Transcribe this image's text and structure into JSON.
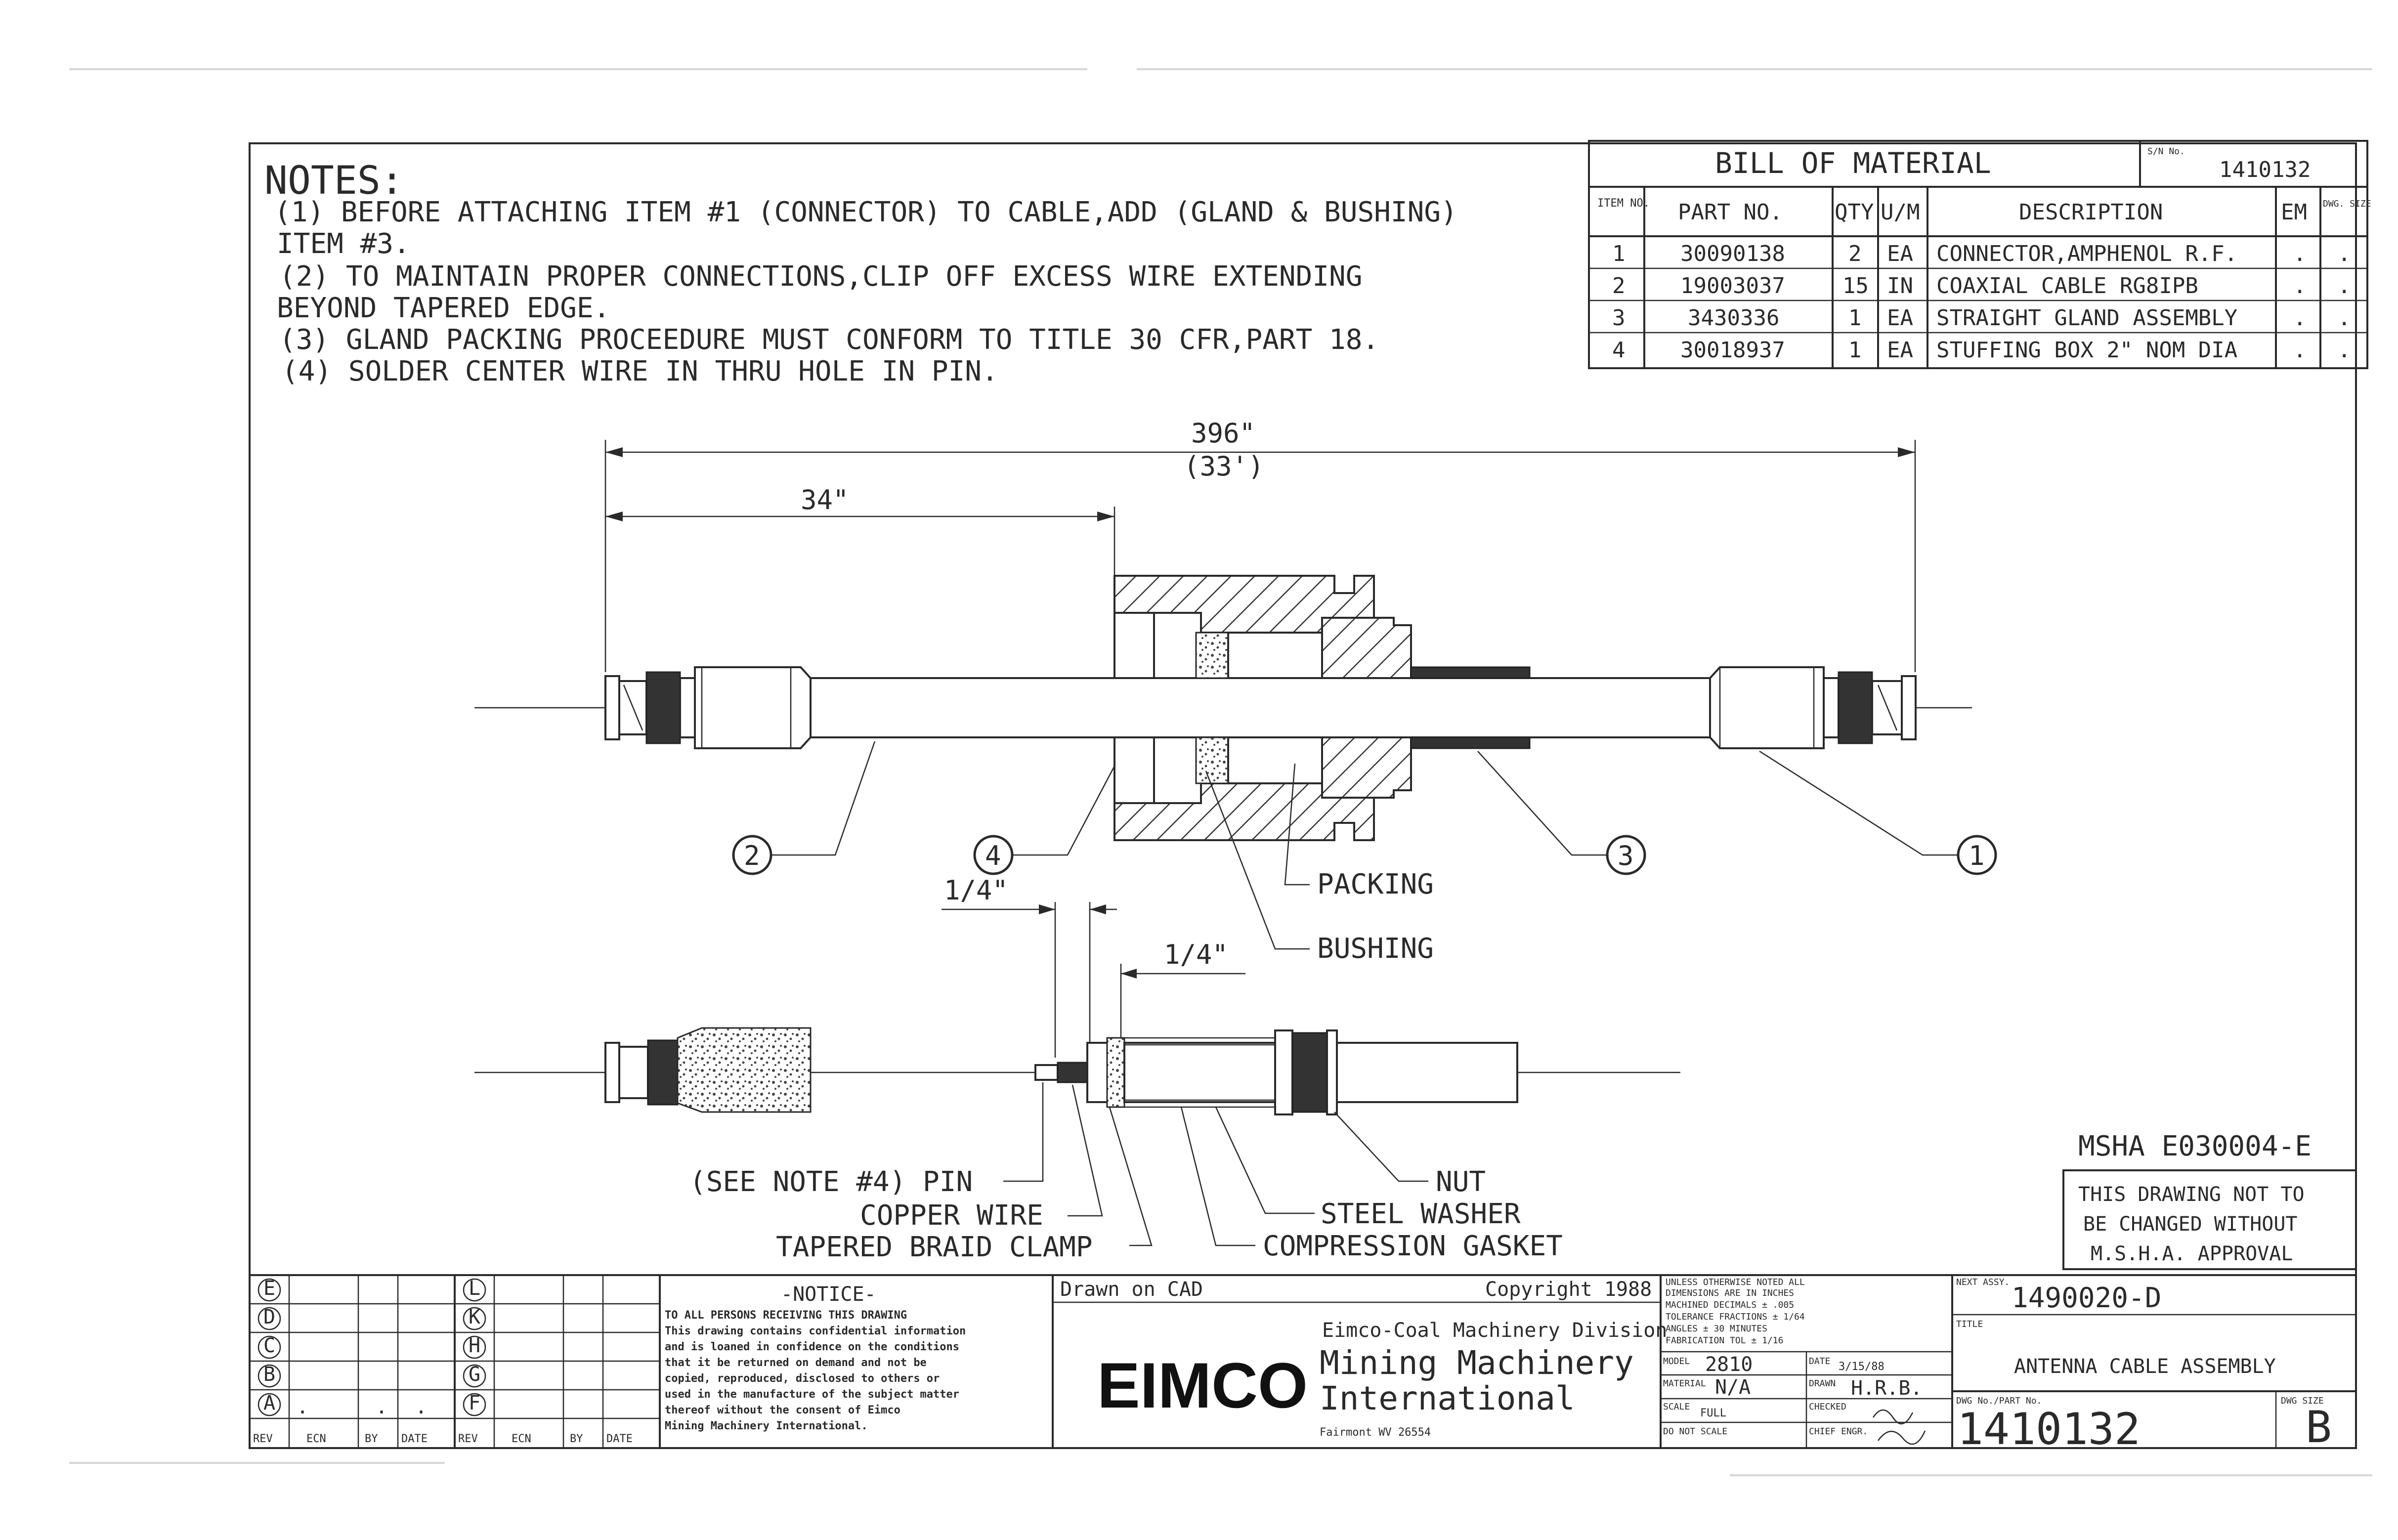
{
  "corner_stamp": "",
  "notes": {
    "title": "NOTES:",
    "lines": [
      "(1) BEFORE ATTACHING ITEM #1 (CONNECTOR) TO CABLE,ADD (GLAND & BUSHING)",
      "ITEM #3.",
      "(2) TO MAINTAIN PROPER CONNECTIONS,CLIP OFF EXCESS WIRE EXTENDING",
      "BEYOND TAPERED EDGE.",
      "(3) GLAND PACKING PROCEEDURE MUST CONFORM TO TITLE 30 CFR,PART 18.",
      "(4) SOLDER CENTER WIRE IN THRU HOLE IN PIN."
    ]
  },
  "bom": {
    "title": "BILL OF MATERIAL",
    "sn_label": "S/N No.",
    "sn_value": "1410132",
    "headers": [
      "ITEM NO.",
      "PART NO.",
      "QTY",
      "U/M",
      "DESCRIPTION",
      "EM",
      "DWG. SIZE"
    ],
    "rows": [
      [
        "1",
        "30090138",
        "2",
        "EA",
        "CONNECTOR,AMPHENOL R.F.",
        ".",
        "."
      ],
      [
        "2",
        "19003037",
        "15",
        "IN",
        "COAXIAL CABLE RG8IPB",
        ".",
        "."
      ],
      [
        "3",
        "3430336",
        "1",
        "EA",
        "STRAIGHT GLAND ASSEMBLY",
        ".",
        "."
      ],
      [
        "4",
        "30018937",
        "1",
        "EA",
        "STUFFING BOX 2\" NOM DIA",
        ".",
        "."
      ]
    ]
  },
  "dimensions": {
    "overall": "396\"",
    "overall_alt": "(33')",
    "left": "34\"",
    "gap1": "1/4\"",
    "gap2": "1/4\""
  },
  "balloons": [
    "1",
    "2",
    "3",
    "4"
  ],
  "labels": {
    "packing": "PACKING",
    "bushing": "BUSHING",
    "pin": "(SEE NOTE #4) PIN",
    "copper_wire": "COPPER WIRE",
    "tapered_braid_clamp": "TAPERED BRAID CLAMP",
    "nut": "NUT",
    "steel_washer": "STEEL WASHER",
    "compression_gasket": "COMPRESSION GASKET"
  },
  "approval": {
    "msha_no": "MSHA E030004-E",
    "lines": [
      "THIS DRAWING NOT TO",
      "BE CHANGED WITHOUT",
      "M.S.H.A. APPROVAL"
    ]
  },
  "revision_block": {
    "left_letters": [
      "E",
      "D",
      "C",
      "B",
      "A"
    ],
    "right_letters": [
      "L",
      "K",
      "H",
      "G",
      "F"
    ],
    "headers": [
      "REV",
      "ECN",
      "BY",
      "DATE",
      "REV",
      "ECN",
      "BY",
      "DATE"
    ],
    "row_a_marks": [
      ".",
      ".",
      "."
    ]
  },
  "notice": {
    "title": "-NOTICE-",
    "body": [
      "TO ALL PERSONS RECEIVING THIS DRAWING",
      "This drawing contains confidential information",
      "and is loaned in confidence on the conditions",
      "that it be returned on demand and not be",
      "copied, reproduced, disclosed to others or",
      "used in the manufacture of the subject matter",
      "thereof without the consent of Eimco",
      "Mining Machinery International."
    ]
  },
  "company": {
    "drawn_on": "Drawn on CAD",
    "copyright": "Copyright 1988",
    "division": "Eimco-Coal Machinery Division",
    "logo": "EIMCO",
    "name_line1": "Mining Machinery",
    "name_line2": "International",
    "location": "Fairmont WV 26554"
  },
  "info_block": {
    "tolerance_lines": [
      "UNLESS OTHERWISE NOTED ALL",
      "DIMENSIONS ARE IN INCHES",
      "MACHINED DECIMALS ± .005",
      "TOLERANCE FRACTIONS ± 1/64",
      "ANGLES ± 30 MINUTES",
      "FABRICATION TOL ± 1/16"
    ],
    "model_label": "MODEL",
    "model": "2810",
    "date_label": "DATE",
    "date": "3/15/88",
    "material_label": "MATERIAL",
    "material": "N/A",
    "drawn_label": "DRAWN",
    "drawn": "H.R.B.",
    "scale_label": "SCALE",
    "scale": "FULL",
    "checked_label": "CHECKED",
    "no_scale": "DO NOT SCALE",
    "chief_label": "CHIEF ENGR."
  },
  "title_block": {
    "next_assy_label": "NEXT ASSY.",
    "next_assy": "1490020-D",
    "title_label": "TITLE",
    "title": "ANTENNA CABLE ASSEMBLY",
    "dwg_label": "DWG No./PART No.",
    "dwg_number": "1410132",
    "size_label": "DWG SIZE",
    "size": "B"
  }
}
